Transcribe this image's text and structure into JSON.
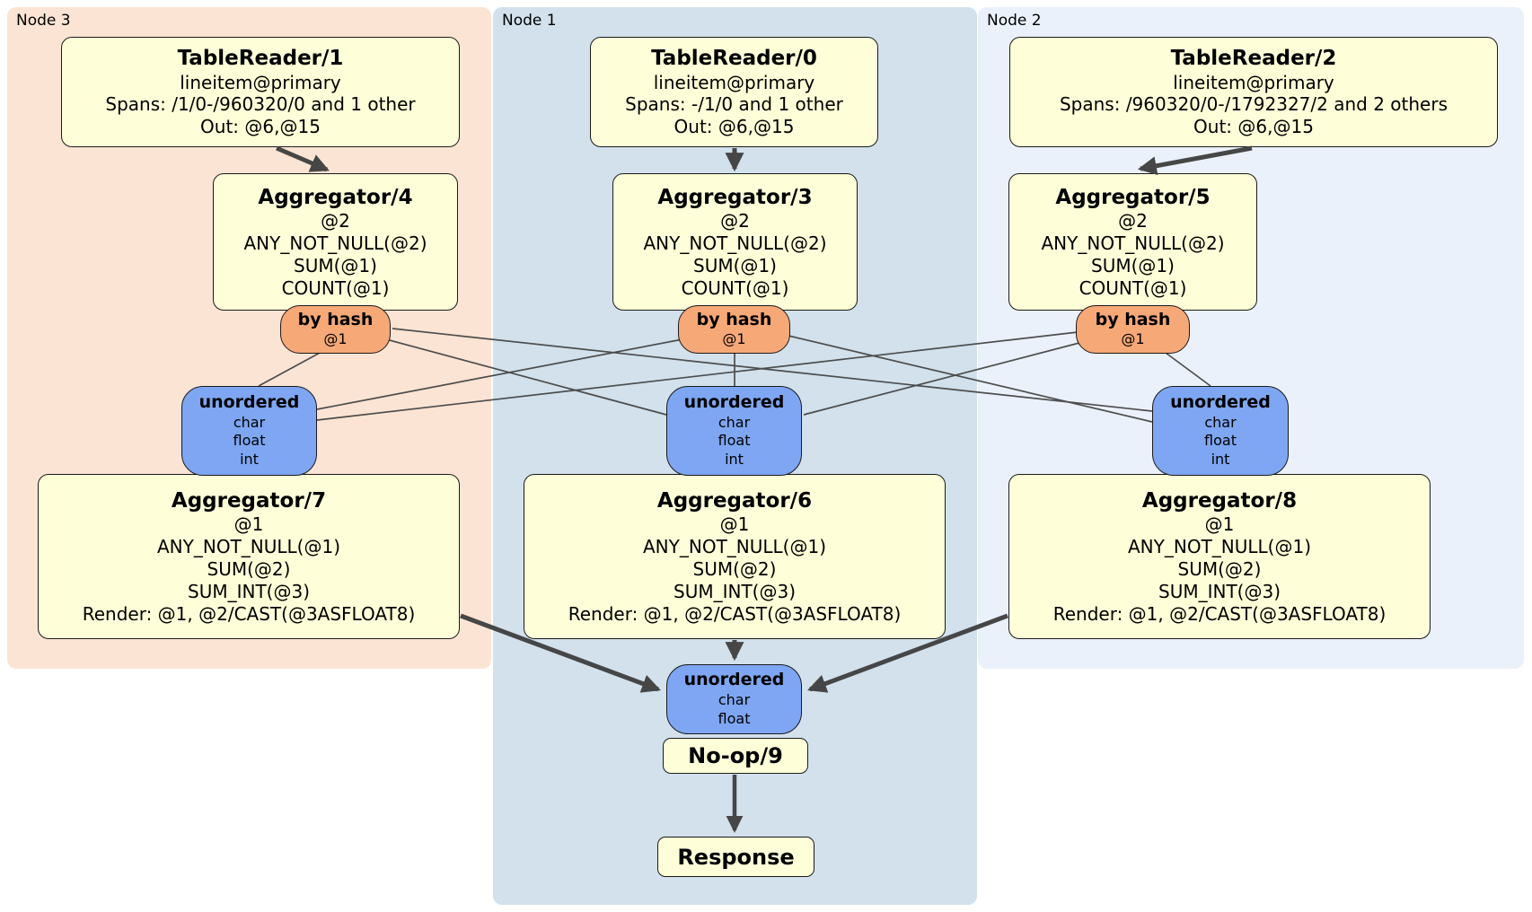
{
  "panels": {
    "node3": {
      "label": "Node 3"
    },
    "node1": {
      "label": "Node 1"
    },
    "node2": {
      "label": "Node 2"
    }
  },
  "boxes": {
    "tr1": {
      "title": "TableReader/1",
      "lines": [
        "lineitem@primary",
        "Spans: /1/0-/960320/0 and 1 other",
        "Out: @6,@15"
      ]
    },
    "tr0": {
      "title": "TableReader/0",
      "lines": [
        "lineitem@primary",
        "Spans: -/1/0 and 1 other",
        "Out: @6,@15"
      ]
    },
    "tr2": {
      "title": "TableReader/2",
      "lines": [
        "lineitem@primary",
        "Spans: /960320/0-/1792327/2 and 2 others",
        "Out: @6,@15"
      ]
    },
    "agg4": {
      "title": "Aggregator/4",
      "lines": [
        "@2",
        "ANY_NOT_NULL(@2)",
        "SUM(@1)",
        "COUNT(@1)"
      ]
    },
    "agg3": {
      "title": "Aggregator/3",
      "lines": [
        "@2",
        "ANY_NOT_NULL(@2)",
        "SUM(@1)",
        "COUNT(@1)"
      ]
    },
    "agg5": {
      "title": "Aggregator/5",
      "lines": [
        "@2",
        "ANY_NOT_NULL(@2)",
        "SUM(@1)",
        "COUNT(@1)"
      ]
    },
    "agg7": {
      "title": "Aggregator/7",
      "lines": [
        "@1",
        "ANY_NOT_NULL(@1)",
        "SUM(@2)",
        "SUM_INT(@3)",
        "Render: @1, @2/CAST(@3ASFLOAT8)"
      ]
    },
    "agg6": {
      "title": "Aggregator/6",
      "lines": [
        "@1",
        "ANY_NOT_NULL(@1)",
        "SUM(@2)",
        "SUM_INT(@3)",
        "Render: @1, @2/CAST(@3ASFLOAT8)"
      ]
    },
    "agg8": {
      "title": "Aggregator/8",
      "lines": [
        "@1",
        "ANY_NOT_NULL(@1)",
        "SUM(@2)",
        "SUM_INT(@3)",
        "Render: @1, @2/CAST(@3ASFLOAT8)"
      ]
    },
    "noop": {
      "title": "No-op/9"
    },
    "response": {
      "title": "Response"
    }
  },
  "routers": {
    "byhash3": {
      "title": "by hash",
      "lines": [
        "@1"
      ]
    },
    "byhash1": {
      "title": "by hash",
      "lines": [
        "@1"
      ]
    },
    "byhash2": {
      "title": "by hash",
      "lines": [
        "@1"
      ]
    },
    "unordered3": {
      "title": "unordered",
      "lines": [
        "char",
        "float",
        "int"
      ]
    },
    "unordered1": {
      "title": "unordered",
      "lines": [
        "char",
        "float",
        "int"
      ]
    },
    "unordered2": {
      "title": "unordered",
      "lines": [
        "char",
        "float",
        "int"
      ]
    },
    "unordered_final": {
      "title": "unordered",
      "lines": [
        "char",
        "float"
      ]
    }
  },
  "colors": {
    "node3_bg": "#fce4d4",
    "node1_bg": "#d2e1ec",
    "node2_bg": "#eaf1fa",
    "box_fill": "#feffd8",
    "hash_fill": "#f6a877",
    "router_fill": "#7ea6f2",
    "edge": "#464646",
    "border": "#1a1a1a"
  }
}
